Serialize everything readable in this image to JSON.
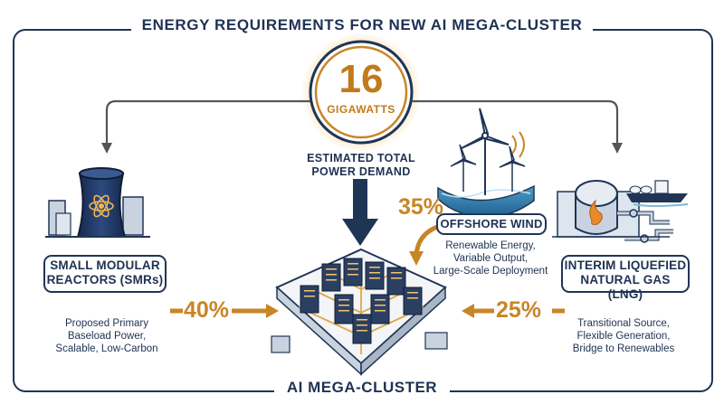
{
  "title": "ENERGY REQUIREMENTS FOR NEW AI MEGA-CLUSTER",
  "demand": {
    "value": "16",
    "unit": "GIGAWATTS",
    "label_line1": "ESTIMATED TOTAL",
    "label_line2": "POWER DEMAND"
  },
  "sources": {
    "smr": {
      "name_line1": "SMALL MODULAR",
      "name_line2": "REACTORS (SMRs)",
      "share": "40%",
      "desc": [
        "Proposed Primary",
        "Baseload Power,",
        "Scalable, Low-Carbon"
      ]
    },
    "wind": {
      "name": "OFFSHORE WIND",
      "share": "35%",
      "desc": [
        "Renewable Energy,",
        "Variable Output,",
        "Large-Scale Deployment"
      ]
    },
    "lng": {
      "name_line1": "INTERIM LIQUEFIED",
      "name_line2": "NATURAL GAS (LNG)",
      "share": "25%",
      "desc": [
        "Transitional Source,",
        "Flexible Generation,",
        "Bridge to Renewables"
      ]
    }
  },
  "cluster_label": "AI MEGA-CLUSTER",
  "colors": {
    "navy": "#1f3556",
    "accent": "#c88526",
    "arrow_gray": "#555555"
  }
}
